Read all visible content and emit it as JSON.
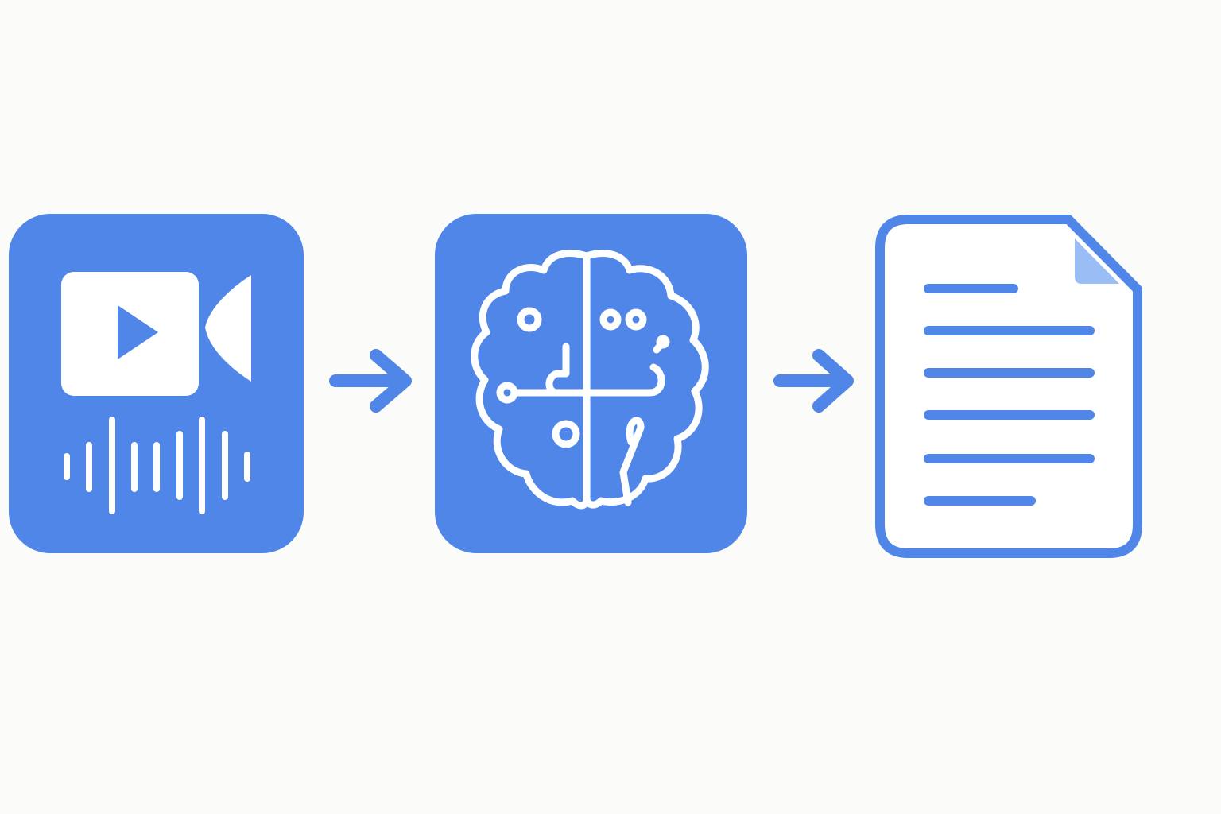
{
  "diagram": {
    "type": "pipeline",
    "steps": [
      {
        "id": "media-input",
        "icon": "video-camera-audio-wave-icon"
      },
      {
        "id": "ai-processing",
        "icon": "brain-circuit-icon"
      },
      {
        "id": "document-output",
        "icon": "document-icon"
      }
    ],
    "connectors": [
      {
        "from": "media-input",
        "to": "ai-processing",
        "icon": "arrow-right-icon"
      },
      {
        "from": "ai-processing",
        "to": "document-output",
        "icon": "arrow-right-icon"
      }
    ],
    "document_line_count": 6
  },
  "colors": {
    "background": "#fbfbf9",
    "primary": "#4f86e8",
    "icon_fill": "#ffffff",
    "document_fold": "#9bbdf5"
  }
}
